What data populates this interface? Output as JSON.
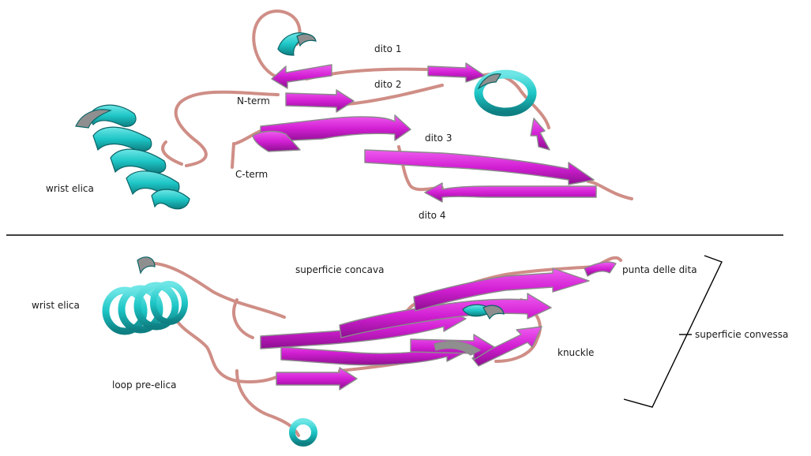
{
  "colors": {
    "sheet": "#d21fd3",
    "sheet_dark": "#8e0f91",
    "sheet_edge": "#8f8f8f",
    "helix": "#1ec6c6",
    "helix_dark": "#0e7f82",
    "loop": "#cf8e86",
    "loop_edge": "#8a4f49",
    "divider": "#000000"
  },
  "top_panel": {
    "labels": {
      "dito1": "dito 1",
      "dito2": "dito 2",
      "dito3": "dito 3",
      "dito4": "dito 4",
      "nterm": "N-term",
      "cterm": "C-term",
      "wrist": "wrist elica"
    }
  },
  "bottom_panel": {
    "labels": {
      "concava": "superficie concava",
      "punta": "punta delle dita",
      "wrist": "wrist elica",
      "knuckle": "knuckle",
      "loop": "loop pre-elica",
      "convessa": "superficie convessa"
    }
  }
}
